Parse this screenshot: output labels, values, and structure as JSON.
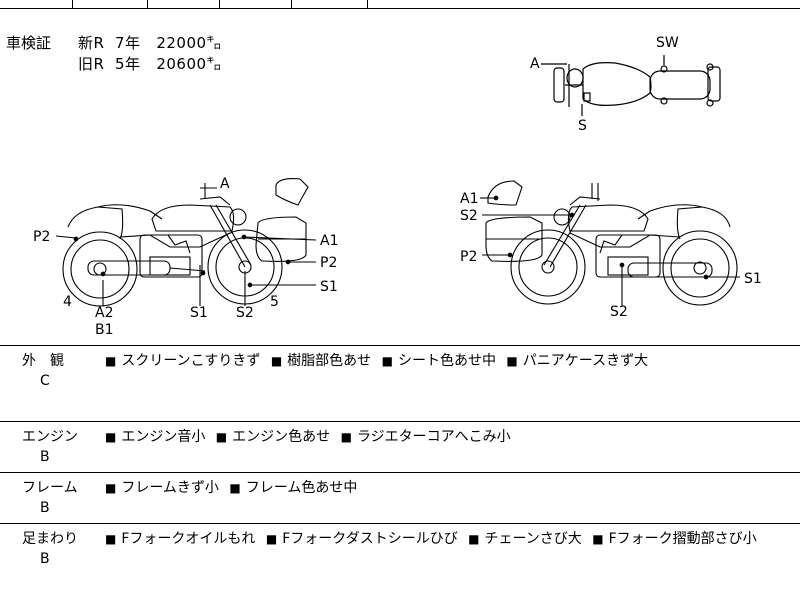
{
  "inspection": {
    "label": "車検証",
    "rows": [
      {
        "type": "新R",
        "year": "7年",
        "mileage": "22000㌔"
      },
      {
        "type": "旧R",
        "year": "5年",
        "mileage": "20600㌔"
      }
    ]
  },
  "top_view": {
    "labels": {
      "a": "A",
      "sw": "SW",
      "s": "S"
    }
  },
  "left_view": {
    "labels": {
      "a": "A",
      "a1": "A1",
      "p2_right": "P2",
      "s1_right": "S1",
      "p2_left": "P2",
      "four": "4",
      "a2": "A2",
      "b1": "B1",
      "s1_bottom": "S1",
      "s2_bottom": "S2",
      "five": "5"
    }
  },
  "right_view": {
    "labels": {
      "a1": "A1",
      "s2_top": "S2",
      "p2": "P2",
      "s2_bottom": "S2",
      "s1": "S1"
    }
  },
  "sections": [
    {
      "title": "外　観",
      "grade": "C",
      "notes": [
        "スクリーンこすりきず",
        "樹脂部色あせ",
        "シート色あせ中",
        "パニアケースきず大"
      ]
    },
    {
      "title": "エンジン",
      "grade": "B",
      "notes": [
        "エンジン音小",
        "エンジン色あせ",
        "ラジエターコアへこみ小"
      ]
    },
    {
      "title": "フレーム",
      "grade": "B",
      "notes": [
        "フレームきず小",
        "フレーム色あせ中"
      ]
    },
    {
      "title": "足まわり",
      "grade": "B",
      "notes": [
        "Fフォークオイルもれ",
        "Fフォークダストシールひび",
        "チェーンさび大",
        "Fフォーク摺動部さび小"
      ]
    }
  ],
  "bullet": "■"
}
